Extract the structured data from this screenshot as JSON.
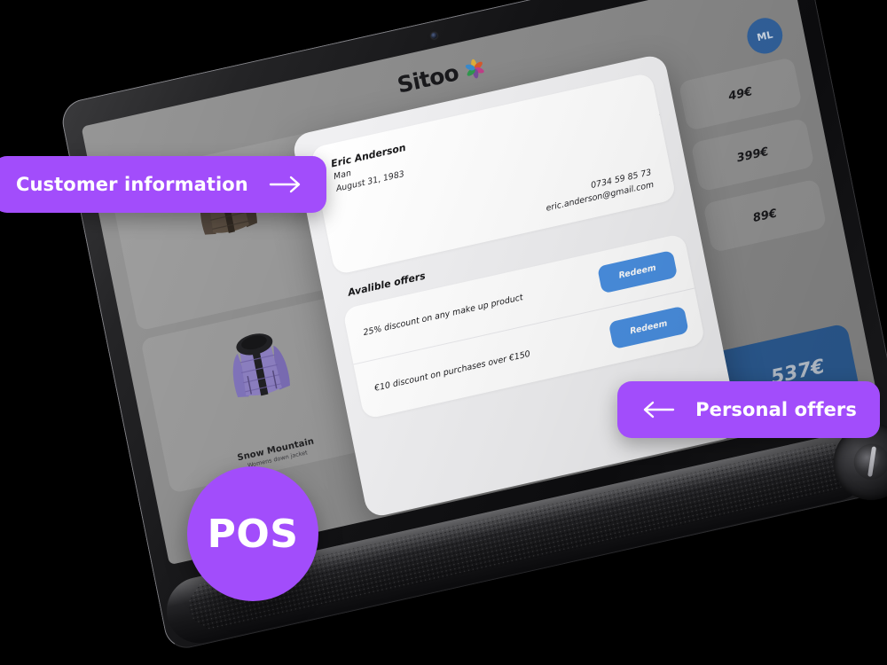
{
  "device": {
    "name": "tablet-pos-terminal",
    "camera": "front-camera"
  },
  "app": {
    "brand": "Sitoo",
    "logo_mark_colors": [
      "#e8b53a",
      "#e05a2b",
      "#c93f8e",
      "#7a4fa0",
      "#2f9e4f",
      "#3b8fd4"
    ],
    "user_avatar_initials": "ML",
    "avatar_color": "#3568a6"
  },
  "cart": {
    "products": [
      {
        "name": "",
        "subtitle": "",
        "image": "brown-puffer-jacket",
        "colors": {
          "body": "#4a3e31",
          "hood": "#2b231a"
        }
      },
      {
        "name": "Snow Mountain",
        "subtitle": "Womens down jacket",
        "image": "purple-puffer-jacket",
        "colors": {
          "body": "#8d7fc4",
          "hood": "#1d1d20"
        }
      }
    ],
    "prices": [
      "49€",
      "399€",
      "89€"
    ],
    "total": "537€",
    "total_bar_color": "#2e5f99"
  },
  "modal": {
    "close_icon": "close-x-icon",
    "customer": {
      "name": "Eric Anderson",
      "gender": "Man",
      "birthdate": "August 31, 1983",
      "phone": "0734 59 85 73",
      "email": "eric.anderson@gmail.com"
    },
    "offers_title": "Avalible offers",
    "offers": [
      {
        "text": "25% discount on any make up product",
        "action": "Redeem"
      },
      {
        "text": "€10 discount on purchases over €150",
        "action": "Redeem"
      }
    ],
    "redeem_color": "#4a90e2"
  },
  "annotations": {
    "accent_color": "#a24dfb",
    "customer_callout": {
      "label": "Customer information",
      "arrow": "arrow-right-icon"
    },
    "offers_callout": {
      "label": "Personal offers",
      "arrow": "arrow-left-icon"
    },
    "badge": {
      "label": "POS"
    }
  }
}
